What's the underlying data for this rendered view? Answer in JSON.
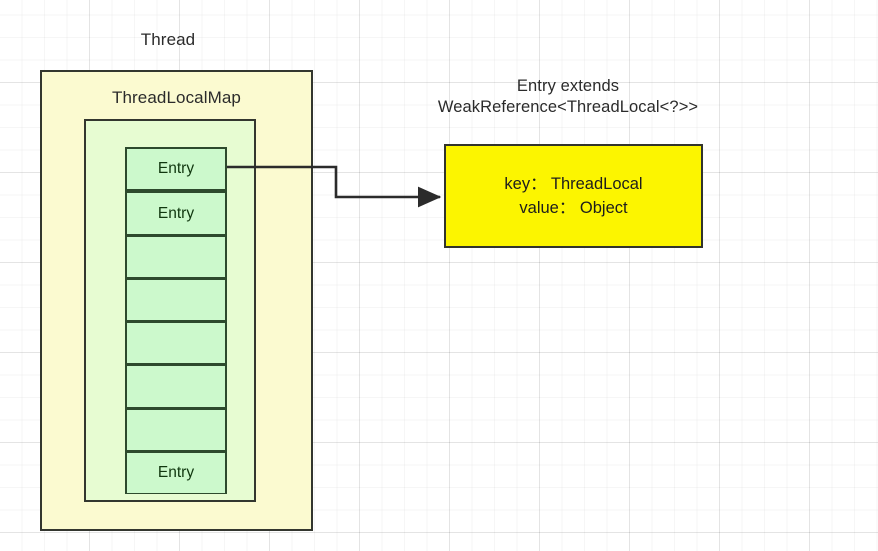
{
  "diagram": {
    "title_thread": "Thread",
    "title_threadlocalmap": "ThreadLocalMap",
    "entry_extends_caption": "Entry extends\nWeakReference<ThreadLocal<?>>",
    "cells": [
      {
        "label": "Entry"
      },
      {
        "label": "Entry"
      },
      {
        "label": ""
      },
      {
        "label": ""
      },
      {
        "label": ""
      },
      {
        "label": ""
      },
      {
        "label": ""
      },
      {
        "label": "Entry"
      }
    ],
    "entry_detail": {
      "key_line": "key： ThreadLocal",
      "value_line": "value： Object"
    },
    "colors": {
      "thread_fill": "#fbfad0",
      "map_fill": "#e7fcd2",
      "cell_fill": "#ccf9cc",
      "entry_detail_fill": "#fcf500",
      "stroke": "#33362f",
      "cell_stroke": "#2d4a2d",
      "text": "#2b2b2b",
      "background": "#ffffff",
      "grid_line": "#f0f0f0"
    }
  }
}
